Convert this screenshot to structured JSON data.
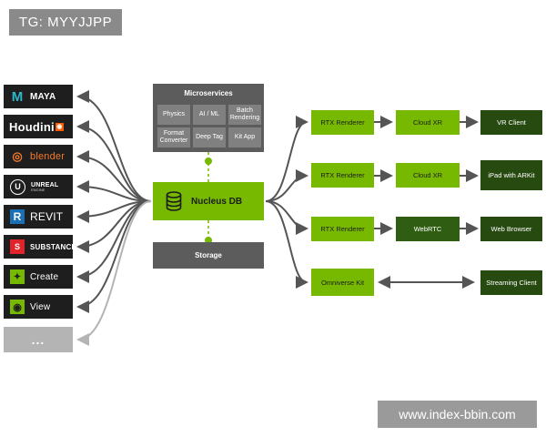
{
  "watermark_top": "TG: MYYJJPP",
  "watermark_bottom": "www.index-bbin.com",
  "apps": [
    {
      "label": "MAYA",
      "icon": "maya-logo-icon"
    },
    {
      "label": "Houdini",
      "icon": "houdini-logo-icon"
    },
    {
      "label": "blender",
      "icon": "blender-logo-icon"
    },
    {
      "label": "UNREAL",
      "sublabel": "ENGINE",
      "icon": "unreal-logo-icon"
    },
    {
      "label": "REVIT",
      "icon": "revit-logo-icon"
    },
    {
      "label": "SUBSTANCE",
      "icon": "substance-logo-icon"
    },
    {
      "label": "Create",
      "icon": "create-logo-icon"
    },
    {
      "label": "View",
      "icon": "view-logo-icon"
    },
    {
      "label": "...",
      "icon": ""
    }
  ],
  "microservices": {
    "title": "Microservices",
    "cells": [
      "Physics",
      "AI / ML",
      "Batch Rendering",
      "Format Converter",
      "Deep Tag",
      "Kit App"
    ]
  },
  "nucleus": {
    "label": "Nucleus DB",
    "icon": "database-icon"
  },
  "storage": {
    "label": "Storage"
  },
  "pipelines": [
    {
      "renderer": "RTX Renderer",
      "service": "Cloud XR",
      "client": "VR Client"
    },
    {
      "renderer": "RTX Renderer",
      "service": "Cloud XR",
      "client": "iPad with ARKit"
    },
    {
      "renderer": "RTX Renderer",
      "service": "WebRTC",
      "client": "Web Browser"
    },
    {
      "renderer": "Omniverse Kit",
      "service": "",
      "client": "Streaming Client"
    }
  ],
  "colors": {
    "nvidia_green": "#76b900",
    "dark_green": "#2f5e12",
    "panel_gray": "#5c5c5c",
    "cell_gray": "#808080",
    "app_black": "#1e1e1e",
    "arrow_gray": "#555555"
  }
}
